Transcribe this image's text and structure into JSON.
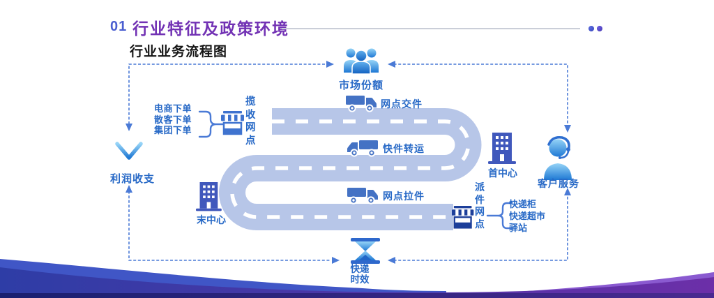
{
  "slide": {
    "section_number": "01",
    "title": "行业特征及政策环境",
    "subtitle": "行业业务流程图"
  },
  "flow": {
    "market_share": "市场份额",
    "profit": "利润收支",
    "customer_service": "客户服务",
    "timeliness_line1": "快递",
    "timeliness_line2": "时效",
    "order_sources": [
      "电商下单",
      "散客下单",
      "集团下单"
    ],
    "collection_outlet": "揽收网点",
    "delivery_outlet": "派件网点",
    "delivery_endpoints": [
      "快递柜",
      "快递超市",
      "驿站"
    ],
    "road_steps": {
      "outlet_deliver": "网点交件",
      "transfer": "快件转运",
      "outlet_pull": "网点拉件"
    },
    "first_center": "首中心",
    "end_center": "末中心"
  },
  "colors": {
    "label_blue": "#2668c6",
    "connector_blue": "#4a7ad6",
    "road_fill": "#b7c6e8",
    "road_dash": "#ffffff",
    "title_purple": "#7232b4",
    "section_blue": "#4a5ed0",
    "icon_blue_light": "#96d4f7",
    "icon_blue_dark": "#1e78d4",
    "wave_blue": "#2e3da6",
    "wave_purple": "#6c2fa8"
  }
}
